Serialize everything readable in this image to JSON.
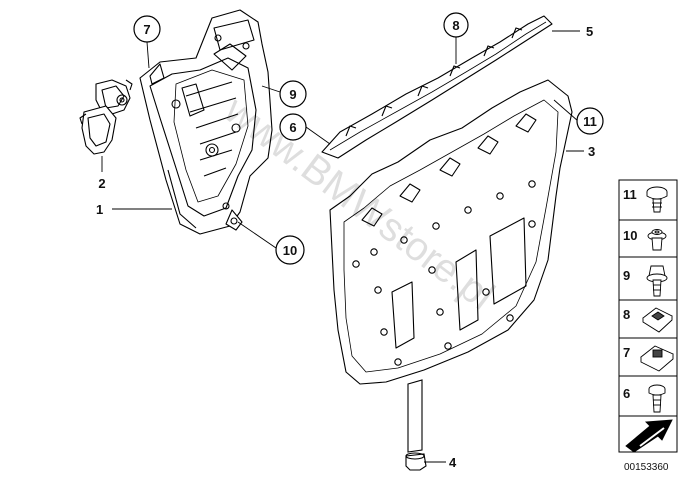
{
  "watermark": "www.BMWstore.pl",
  "callouts": {
    "c7": "7",
    "c8": "8",
    "c5": "5",
    "c9": "9",
    "c6": "6",
    "c11": "11",
    "c3": "3",
    "c2": "2",
    "c1": "1",
    "c10": "10",
    "c4": "4"
  },
  "side_legend": [
    "11",
    "10",
    "9",
    "8",
    "7",
    "6"
  ],
  "reference_number": "00153360"
}
